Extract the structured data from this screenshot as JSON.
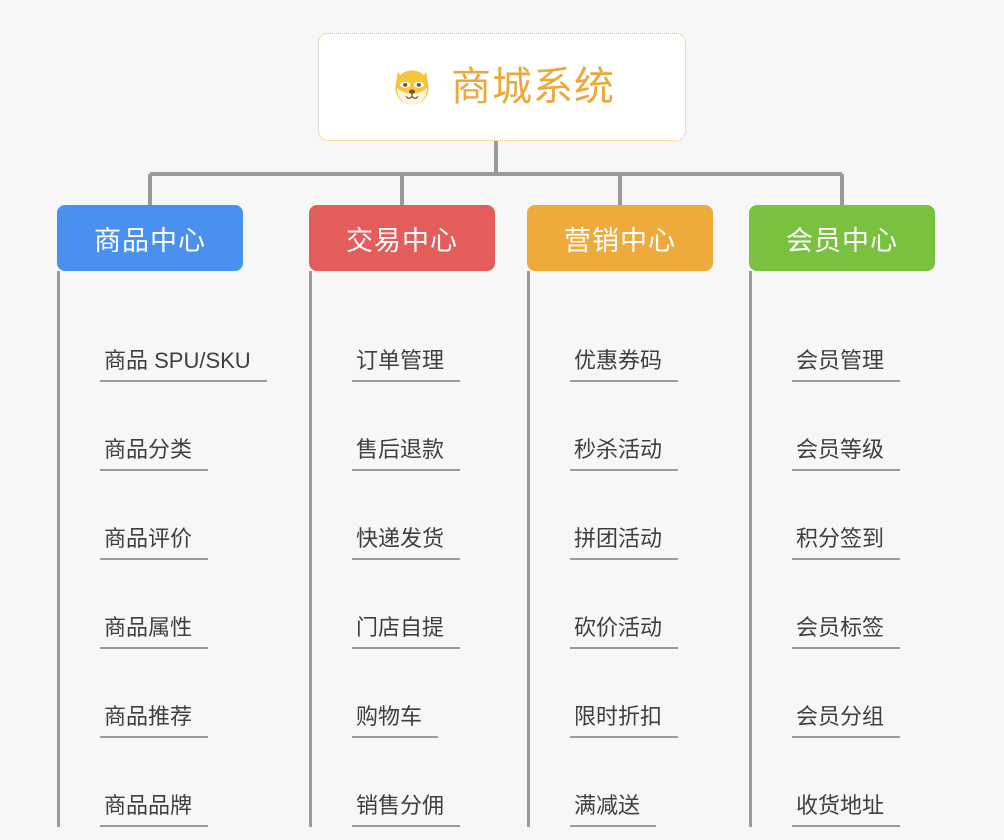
{
  "page": {
    "background_color": "#f7f7f7",
    "diagram_type": "mindmap-tree"
  },
  "root": {
    "title": "商城系统",
    "icon": "shiba-dog-icon",
    "text_color": "#eaa93c",
    "border_color": "#e8b763",
    "background_color": "#ffffff"
  },
  "connector": {
    "color": "#9a9a9a"
  },
  "branches": [
    {
      "id": "product-center",
      "label": "商品中心",
      "color": "#4a90ee",
      "items": [
        {
          "label": "商品 SPU/SKU"
        },
        {
          "label": "商品分类"
        },
        {
          "label": "商品评价"
        },
        {
          "label": "商品属性"
        },
        {
          "label": "商品推荐"
        },
        {
          "label": "商品品牌"
        }
      ]
    },
    {
      "id": "trade-center",
      "label": "交易中心",
      "color": "#e35d5b",
      "items": [
        {
          "label": "订单管理"
        },
        {
          "label": "售后退款"
        },
        {
          "label": "快递发货"
        },
        {
          "label": "门店自提"
        },
        {
          "label": "购物车"
        },
        {
          "label": "销售分佣"
        }
      ]
    },
    {
      "id": "marketing-center",
      "label": "营销中心",
      "color": "#eeab3c",
      "items": [
        {
          "label": "优惠券码"
        },
        {
          "label": "秒杀活动"
        },
        {
          "label": "拼团活动"
        },
        {
          "label": "砍价活动"
        },
        {
          "label": "限时折扣"
        },
        {
          "label": "满减送"
        }
      ]
    },
    {
      "id": "member-center",
      "label": "会员中心",
      "color": "#79c13f",
      "items": [
        {
          "label": "会员管理"
        },
        {
          "label": "会员等级"
        },
        {
          "label": "积分签到"
        },
        {
          "label": "会员标签"
        },
        {
          "label": "会员分组"
        },
        {
          "label": "收货地址"
        }
      ]
    }
  ]
}
